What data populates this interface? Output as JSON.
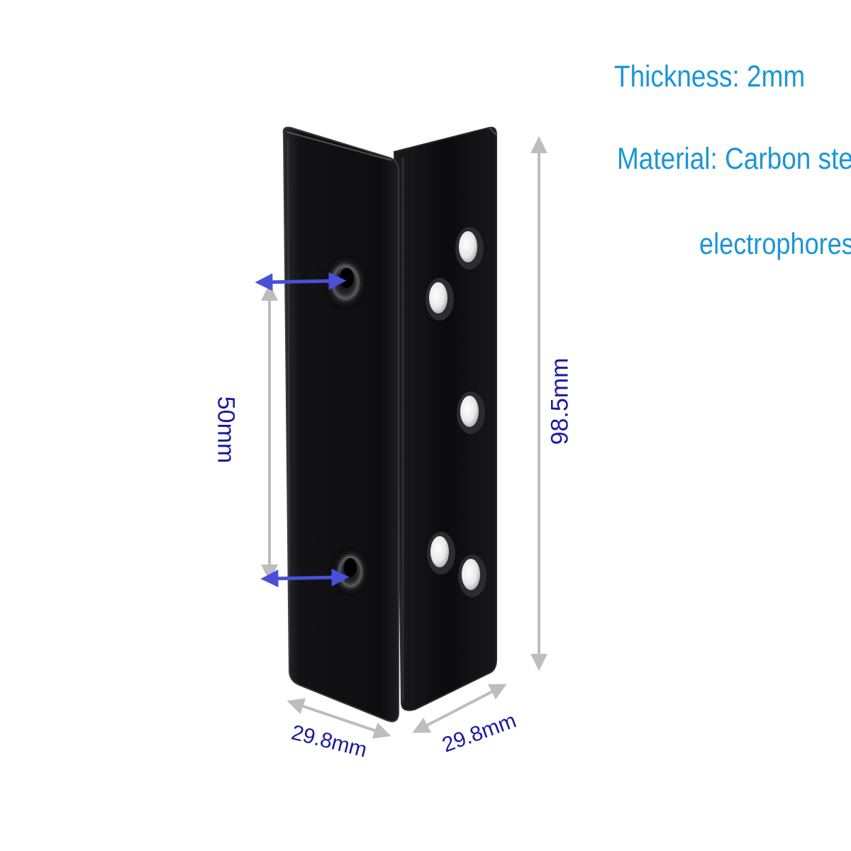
{
  "specs": {
    "thickness": "Thickness: 2mm",
    "material": "Material:  Carbon steel",
    "finish": "electrophoresis"
  },
  "dimensions": {
    "hole_spacing": "50mm",
    "height": "98.5mm",
    "width_left": "29.8mm",
    "width_right": "29.8mm"
  },
  "colors": {
    "spec_text": "#1a96d6",
    "dimension_text": "#1c1a9e",
    "bracket": "#0c0c0e",
    "arrow_gray": "#bdbdbd",
    "arrow_blue": "#4a4fd8"
  }
}
